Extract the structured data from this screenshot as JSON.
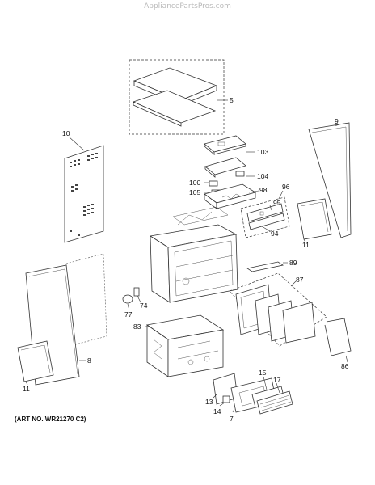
{
  "watermark": "AppliancePartsPros.com",
  "art_number": "(ART NO. WR21270 C2)",
  "callouts": [
    {
      "id": "c5",
      "text": "5"
    },
    {
      "id": "c10",
      "text": "10"
    },
    {
      "id": "c9",
      "text": "9"
    },
    {
      "id": "c103",
      "text": "103"
    },
    {
      "id": "c104",
      "text": "104"
    },
    {
      "id": "c100",
      "text": "100"
    },
    {
      "id": "c105",
      "text": "105"
    },
    {
      "id": "c98",
      "text": "98"
    },
    {
      "id": "c96",
      "text": "96"
    },
    {
      "id": "c95",
      "text": "95"
    },
    {
      "id": "c94",
      "text": "94"
    },
    {
      "id": "c11a",
      "text": "11"
    },
    {
      "id": "c89",
      "text": "89"
    },
    {
      "id": "c87",
      "text": "87"
    },
    {
      "id": "c77",
      "text": "77"
    },
    {
      "id": "c74",
      "text": "74"
    },
    {
      "id": "c83",
      "text": "83"
    },
    {
      "id": "c8",
      "text": "8"
    },
    {
      "id": "c11b",
      "text": "11"
    },
    {
      "id": "c86",
      "text": "86"
    },
    {
      "id": "c15",
      "text": "15"
    },
    {
      "id": "c17",
      "text": "17"
    },
    {
      "id": "c13",
      "text": "13"
    },
    {
      "id": "c14",
      "text": "14"
    },
    {
      "id": "c7",
      "text": "7"
    }
  ]
}
